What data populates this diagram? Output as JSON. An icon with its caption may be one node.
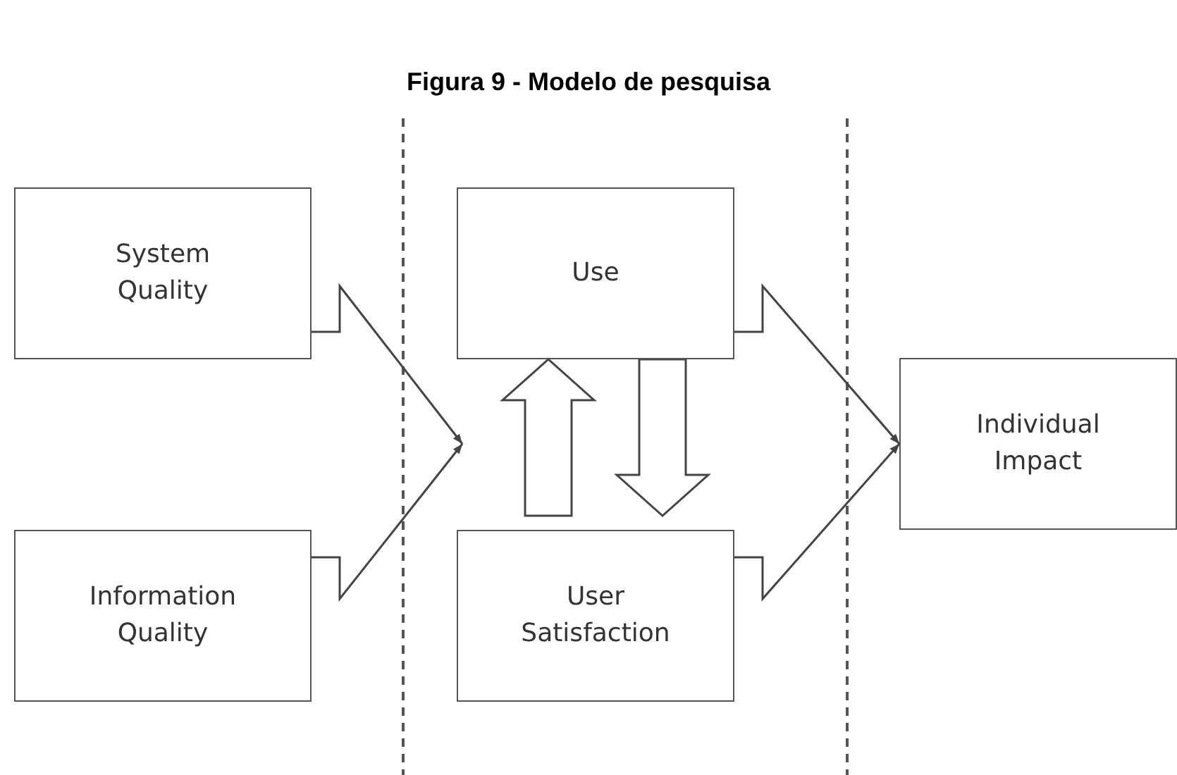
{
  "diagram": {
    "title": "Figura 9 - Modelo de pesquisa",
    "nodes": [
      {
        "text": [
          "System Quality"
        ]
      },
      {
        "text": [
          "Information Quality"
        ]
      },
      {
        "text": [
          "Use"
        ]
      },
      {
        "text": [
          "User Satisfaction"
        ]
      },
      {
        "text": [
          "Individual Impact"
        ]
      }
    ],
    "edges": [
      {
        "from": 0,
        "to": null,
        "arrow": "to"
      },
      {
        "from": 1,
        "to": null,
        "arrow": "to"
      },
      {
        "from": 3,
        "to": 2,
        "arrow": "to"
      },
      {
        "from": 2,
        "to": 3,
        "arrow": "to"
      },
      {
        "from": 2,
        "to": 4,
        "arrow": "to"
      },
      {
        "from": 3,
        "to": 4,
        "arrow": "to"
      }
    ]
  }
}
